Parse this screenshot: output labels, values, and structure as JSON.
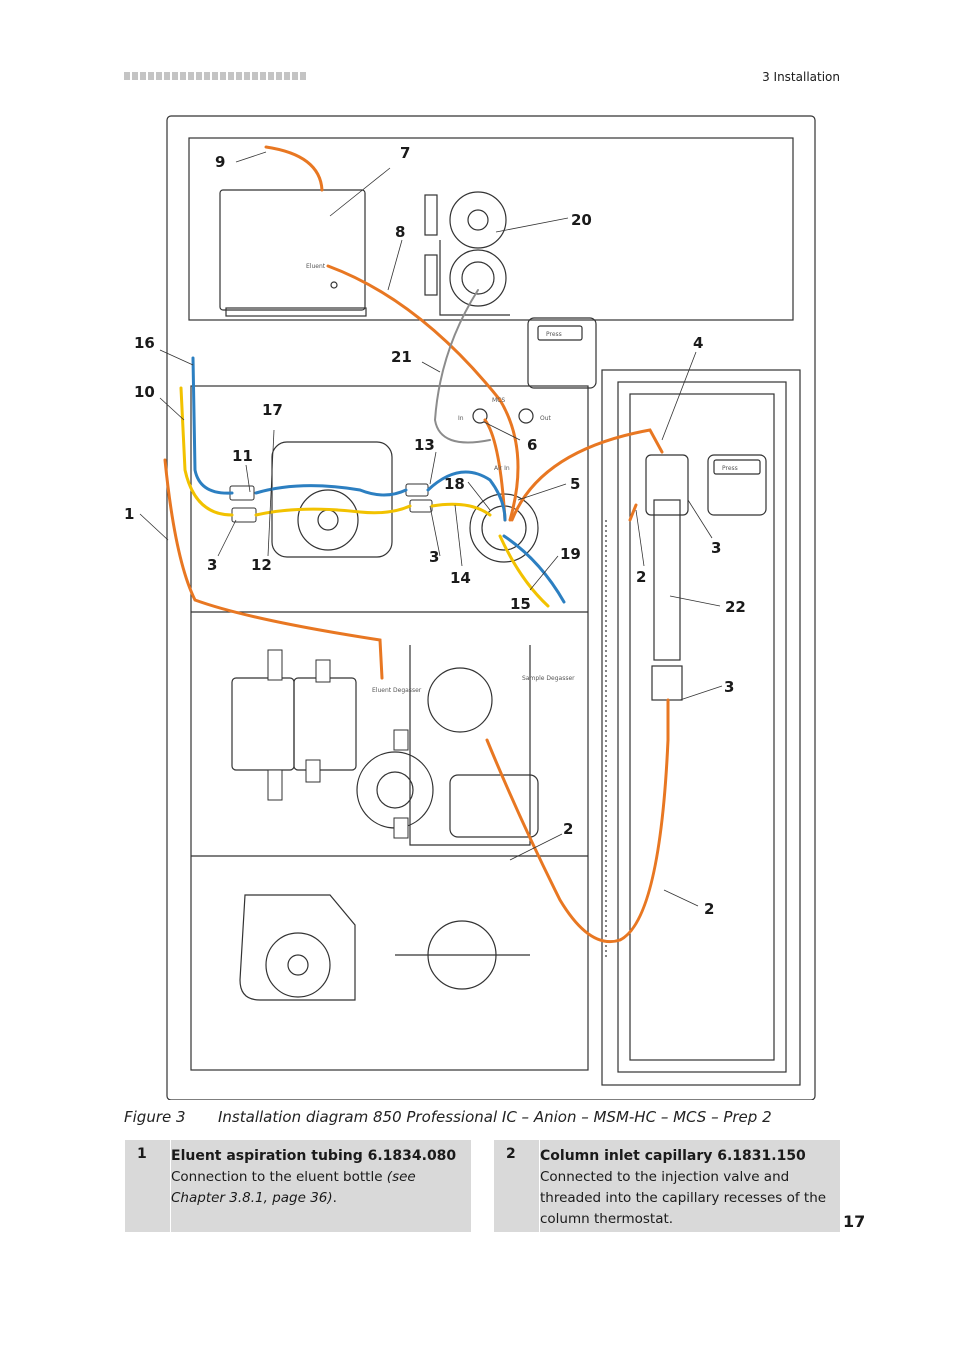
{
  "header": {
    "section": "3 Installation"
  },
  "diagram": {
    "callouts": [
      "1",
      "2",
      "3",
      "4",
      "5",
      "6",
      "7",
      "8",
      "9",
      "10",
      "11",
      "12",
      "13",
      "14",
      "15",
      "16",
      "17",
      "18",
      "19",
      "20",
      "21",
      "22"
    ],
    "panel_text": {
      "in": "In",
      "out": "Out",
      "air_in": "Air In",
      "press": "Press",
      "eluent_degasser": "Eluent Degasser",
      "sample_degasser": "Sample Degasser",
      "mcs": "MCS"
    },
    "colors": {
      "eluent_tubing": "#e87722",
      "blue_tubing": "#2c7fc1",
      "yellow_tubing": "#f2c200",
      "grey_tubing": "#8c8c8c",
      "line": "#333333"
    }
  },
  "figure": {
    "label": "Figure 3",
    "caption": "Installation diagram 850 Professional IC – Anion – MSM-HC – MCS – Prep 2"
  },
  "legend": [
    {
      "num": "1",
      "title": "Eluent aspiration tubing 6.1834.080",
      "text": "Connection to the eluent bottle ",
      "ref": "(see Chapter 3.8.1, page 36)",
      "end": "."
    },
    {
      "num": "2",
      "title": "Column inlet capillary 6.1831.150",
      "text": "Connected to the injection valve and threaded into the capillary recesses of the column thermostat."
    }
  ],
  "page_number": "17"
}
